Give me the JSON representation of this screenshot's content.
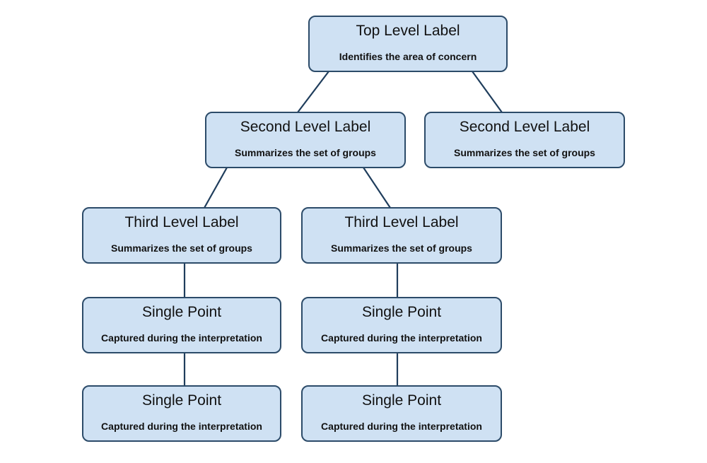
{
  "diagram": {
    "nodes": {
      "top": {
        "title": "Top Level Label",
        "subtitle": "Identifies the area of concern"
      },
      "level2_left": {
        "title": "Second Level Label",
        "subtitle": "Summarizes the set of groups"
      },
      "level2_right": {
        "title": "Second Level Label",
        "subtitle": "Summarizes the set of groups"
      },
      "level3_left": {
        "title": "Third Level Label",
        "subtitle": "Summarizes the set of groups"
      },
      "level3_right": {
        "title": "Third Level Label",
        "subtitle": "Summarizes the set of groups"
      },
      "point1_left": {
        "title": "Single Point",
        "subtitle": "Captured during the interpretation"
      },
      "point1_right": {
        "title": "Single Point",
        "subtitle": "Captured during the interpretation"
      },
      "point2_left": {
        "title": "Single Point",
        "subtitle": "Captured during the interpretation"
      },
      "point2_right": {
        "title": "Single Point",
        "subtitle": "Captured during the interpretation"
      }
    },
    "colors": {
      "node_fill": "#cfe1f3",
      "node_border": "#2c4b69",
      "connector": "#1f3d5c"
    }
  }
}
